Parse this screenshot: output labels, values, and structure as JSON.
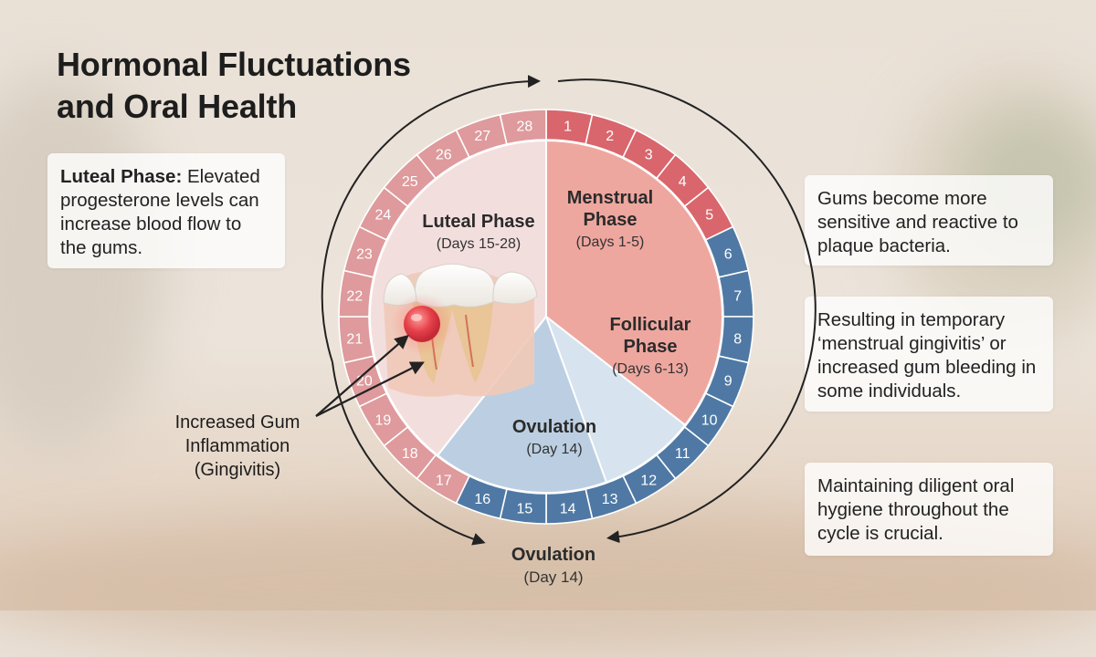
{
  "title": {
    "line1": "Hormonal Fluctuations",
    "line2": "and Oral Health"
  },
  "luteal_card": {
    "label": "Luteal Phase:",
    "text": " Elevated progesterone levels can increase blood flow to the gums."
  },
  "right_cards": [
    {
      "text": "Gums become more sensitive and reactive to plaque bacteria."
    },
    {
      "text": "Resulting in temporary ‘menstrual gingivitis’ or increased gum bleeding in some individuals."
    },
    {
      "text": "Maintaining diligent oral hygiene throughout the cycle is crucial."
    }
  ],
  "annotation": {
    "line1": "Increased Gum",
    "line2": "Inflammation",
    "line3": "(Gingivitis)"
  },
  "phases": {
    "luteal": {
      "name": "Luteal Phase",
      "days": "(Days 15-28)"
    },
    "menstrual": {
      "name_line1": "Menstrual",
      "name_line2": "Phase",
      "days": "(Days 1-5)"
    },
    "follicular": {
      "name_line1": "Follicular",
      "name_line2": "Phase",
      "days": "(Days 6-13)"
    },
    "ovulation": {
      "name": "Ovulation",
      "days": "(Day 14)"
    }
  },
  "bottom_label": {
    "name": "Ovulation",
    "days": "(Day 14)"
  },
  "days": [
    "1",
    "2",
    "3",
    "4",
    "5",
    "6",
    "7",
    "8",
    "9",
    "10",
    "11",
    "12",
    "13",
    "14",
    "15",
    "16",
    "17",
    "18",
    "19",
    "20",
    "21",
    "22",
    "23",
    "24",
    "25",
    "26",
    "27",
    "28"
  ],
  "colors": {
    "menstrual_ring": "#d9666c",
    "luteal_ring": "#de9a9c",
    "follicular_ring": "#4f79a4",
    "luteal_fill": "#f3dede",
    "menstrual_fill": "#eea79f",
    "follicular_fill": "#d7e3ee",
    "ovulation_fill": "#bccfe2"
  },
  "icons": [
    "tooth-icon",
    "inflammation-icon",
    "cycle-arrow-icon"
  ]
}
